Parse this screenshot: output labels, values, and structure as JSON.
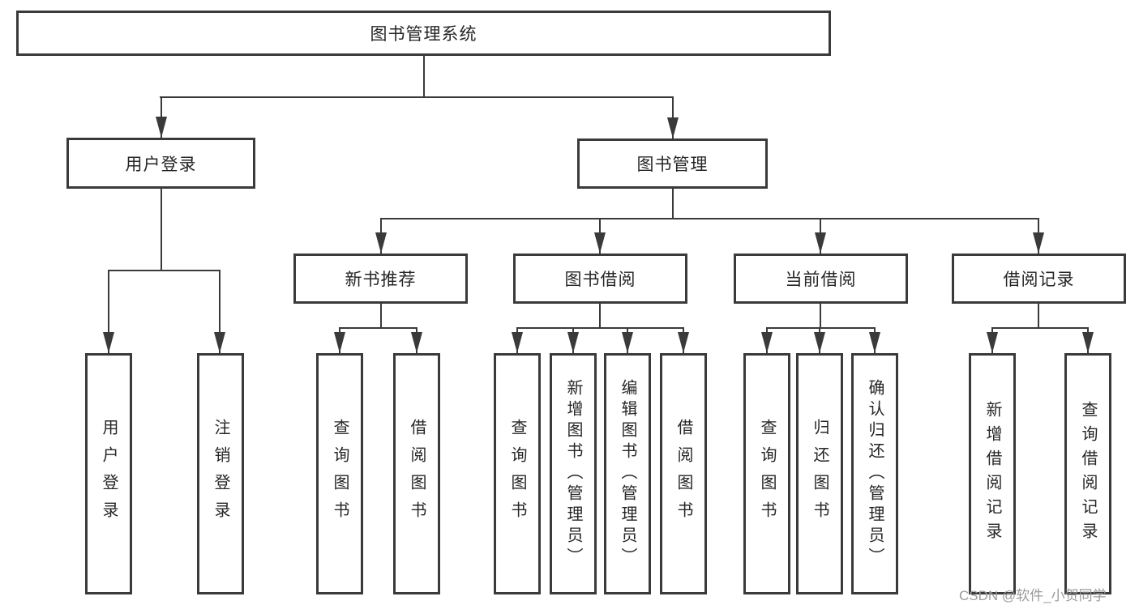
{
  "tree": {
    "root": {
      "label": "图书管理系统"
    },
    "level2": [
      {
        "label": "用户登录",
        "children": [
          {
            "label": "用户登录"
          },
          {
            "label": "注销登录"
          }
        ]
      },
      {
        "label": "图书管理",
        "children": [
          {
            "label": "新书推荐",
            "children": [
              {
                "label": "查询图书"
              },
              {
                "label": "借阅图书"
              }
            ]
          },
          {
            "label": "图书借阅",
            "children": [
              {
                "label": "查询图书"
              },
              {
                "label": "新增图书（管理员）"
              },
              {
                "label": "编辑图书（管理员）"
              },
              {
                "label": "借阅图书"
              }
            ]
          },
          {
            "label": "当前借阅",
            "children": [
              {
                "label": "查询图书"
              },
              {
                "label": "归还图书"
              },
              {
                "label": "确认归还（管理员）"
              }
            ]
          },
          {
            "label": "借阅记录",
            "children": [
              {
                "label": "新增借阅记录"
              },
              {
                "label": "查询借阅记录"
              }
            ]
          }
        ]
      }
    ]
  },
  "watermark": {
    "text": "CSDN @软件_小贺同学"
  },
  "colors": {
    "line": "#3a3a3a",
    "text": "#262626",
    "background": "#ffffff",
    "watermark": "#9b9b9b"
  }
}
